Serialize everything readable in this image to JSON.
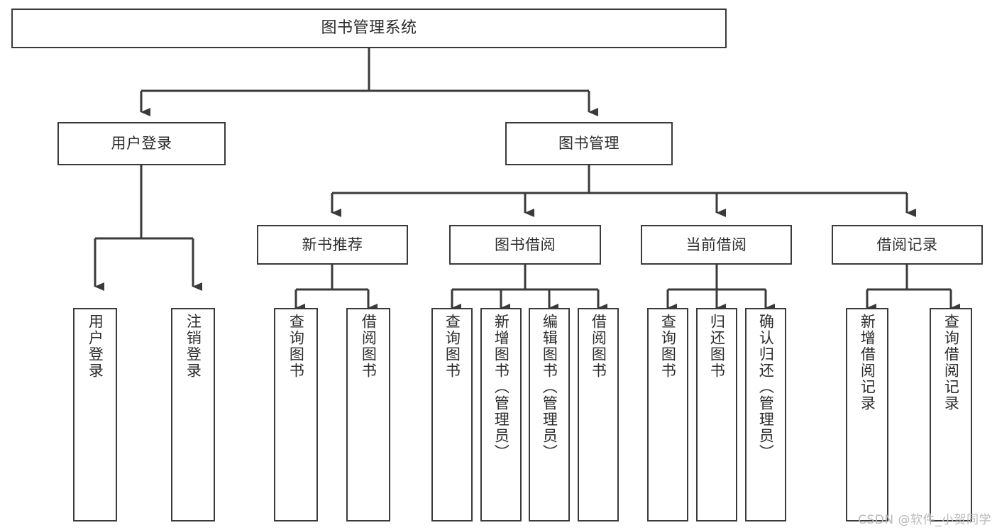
{
  "diagram": {
    "type": "tree",
    "title": "图书管理系统",
    "watermark": "CSDN @软件_小贺同学",
    "colors": {
      "background": "#ffffff",
      "border": "#3a3a3a",
      "text": "#2b2b2b",
      "connector": "#3a3a3a",
      "watermark": "#b9b9b9"
    },
    "root": {
      "label": "图书管理系统"
    },
    "branches": [
      {
        "label": "用户登录",
        "children": [
          {
            "label": "用户登录"
          },
          {
            "label": "注销登录"
          }
        ]
      },
      {
        "label": "图书管理",
        "categories": [
          {
            "label": "新书推荐",
            "children": [
              {
                "label": "查询图书"
              },
              {
                "label": "借阅图书"
              }
            ]
          },
          {
            "label": "图书借阅",
            "children": [
              {
                "label": "查询图书"
              },
              {
                "label": "新增图书（管理员）"
              },
              {
                "label": "编辑图书（管理员）"
              },
              {
                "label": "借阅图书"
              }
            ]
          },
          {
            "label": "当前借阅",
            "children": [
              {
                "label": "查询图书"
              },
              {
                "label": "归还图书"
              },
              {
                "label": "确认归还（管理员）"
              }
            ]
          },
          {
            "label": "借阅记录",
            "children": [
              {
                "label": "新增借阅记录"
              },
              {
                "label": "查询借阅记录"
              }
            ]
          }
        ]
      }
    ]
  }
}
